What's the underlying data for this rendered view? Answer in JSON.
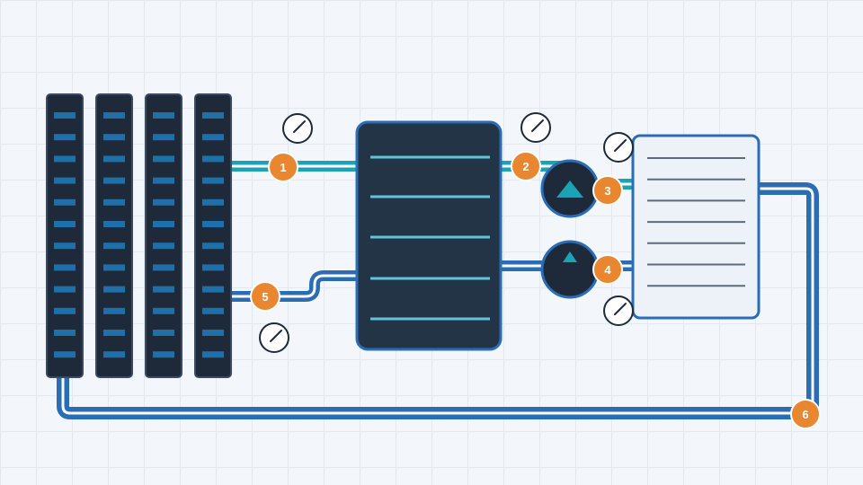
{
  "diagram": {
    "colors": {
      "background": "#f3f6fa",
      "rack_fill": "#1e2a3a",
      "rack_led": "#1f6fa8",
      "exchanger_fill": "#243447",
      "exchanger_line": "#5ec4dc",
      "exchanger_border": "#2a6db5",
      "cooler_fill": "#edf2f8",
      "cooler_border": "#2a6db5",
      "pipe_cold": "#1aa3b5",
      "pipe_hot": "#2a6db5",
      "pipe_highlight": "#ffffff",
      "marker_fill": "#e8872f",
      "pump_fill": "#1e2a3a",
      "gauge_fill": "#ffffff"
    },
    "components": {
      "server_racks": {
        "count": 4,
        "slots_per_rack": 12
      },
      "heat_exchanger": {
        "plates": 5
      },
      "pumps": [
        {
          "id": "pump-upper",
          "icon": "triangle-icon"
        },
        {
          "id": "pump-lower",
          "icon": "triangle-icon"
        }
      ],
      "dry_cooler": {
        "fins": 7
      },
      "gauges": {
        "count": 5,
        "icon": "pressure-gauge-icon"
      }
    },
    "markers": [
      {
        "id": "1",
        "label": "1"
      },
      {
        "id": "2",
        "label": "2"
      },
      {
        "id": "3",
        "label": "3"
      },
      {
        "id": "4",
        "label": "4"
      },
      {
        "id": "5",
        "label": "5"
      },
      {
        "id": "6",
        "label": "6"
      }
    ]
  }
}
